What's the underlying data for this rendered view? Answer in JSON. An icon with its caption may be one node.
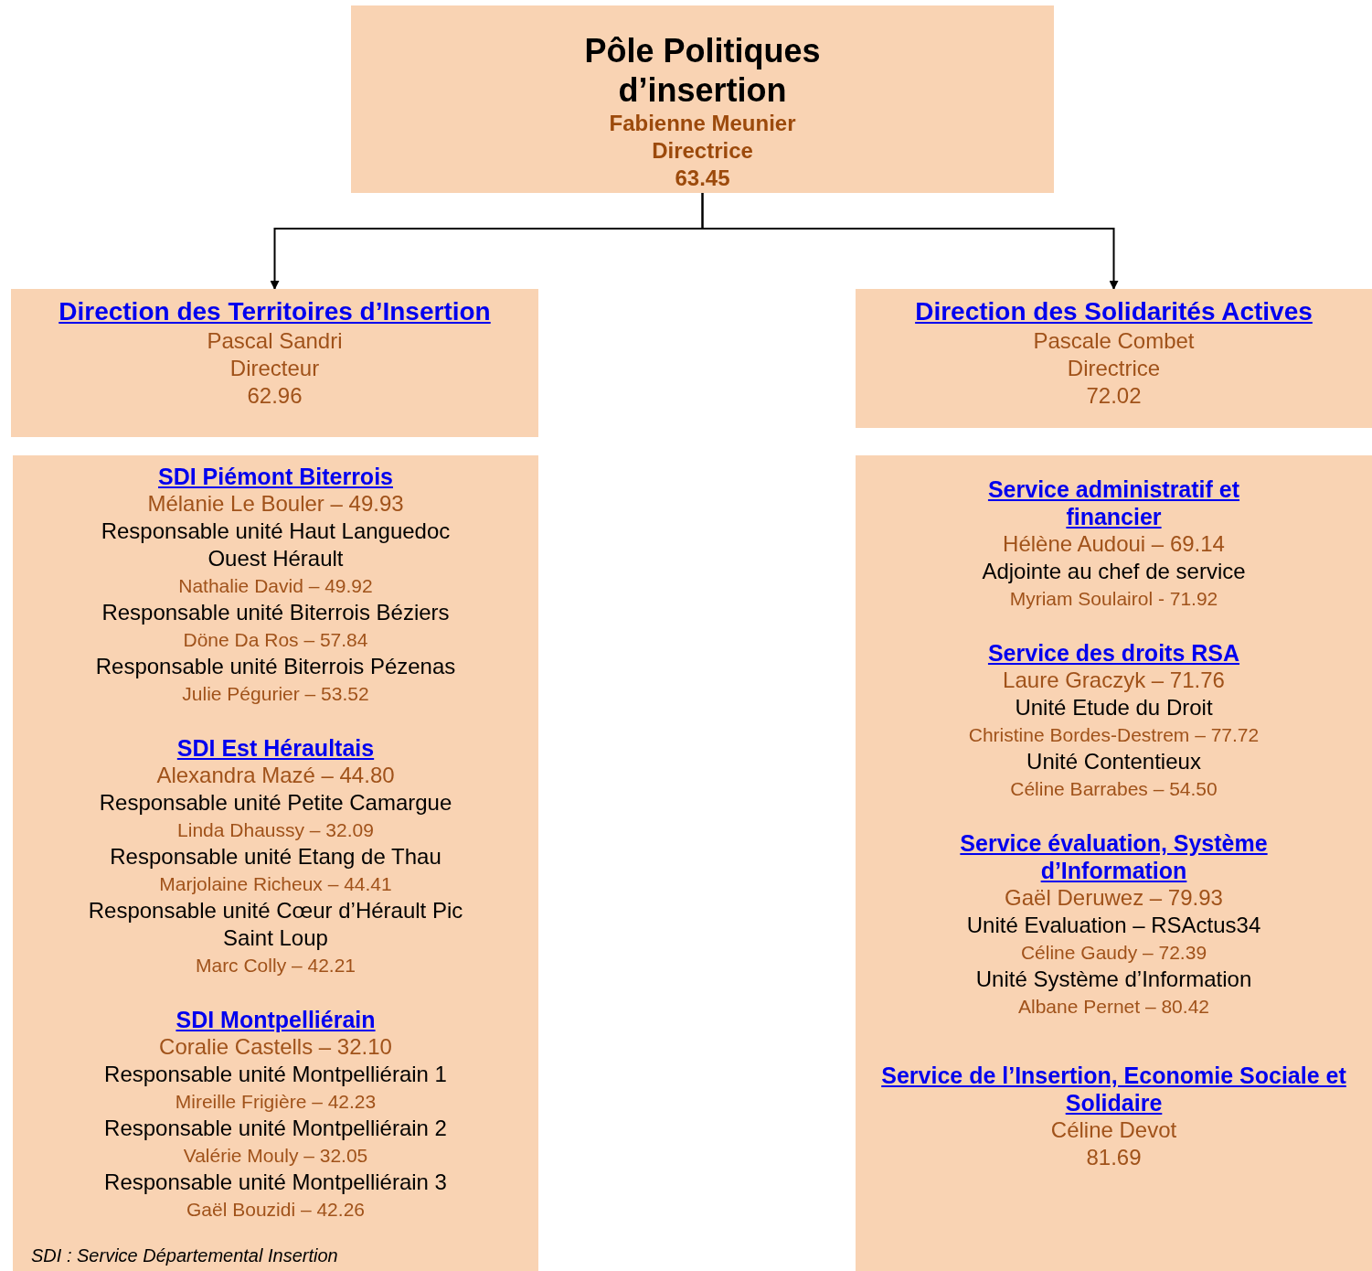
{
  "diagram": {
    "nodes": [
      {
        "text": [
          "Pôle Politiques d’insertion",
          "Fabienne Meunier",
          "Directrice",
          "63.45"
        ]
      },
      {
        "text": [
          "Direction des Territoires d’Insertion",
          "Pascal Sandri",
          "Directeur",
          "62.96"
        ]
      },
      {
        "text": [
          "Direction des Solidarités Actives",
          "Pascale Combet",
          "Directrice",
          "72.02"
        ]
      },
      {
        "text": [
          "SDI Piémont Biterrois",
          "Mélanie Le Bouler – 49.93",
          "Responsable unité Haut Languedoc Ouest Hérault",
          "Nathalie David – 49.92",
          "Responsable unité Biterrois Béziers",
          "Döne Da Ros – 57.84",
          "Responsable unité Biterrois Pézenas",
          "Julie Pégurier – 53.52",
          "SDI Est Héraultais",
          "Alexandra Mazé – 44.80",
          "Responsable unité Petite Camargue",
          "Linda Dhaussy – 32.09",
          "Responsable unité Etang de Thau",
          "Marjolaine Richeux – 44.41",
          "Responsable unité Cœur d’Hérault Pic Saint Loup",
          "Marc Colly – 42.21",
          "SDI Montpelliérain",
          "Coralie Castells – 32.10",
          "Responsable unité Montpelliérain 1",
          "Mireille Frigière – 42.23",
          "Responsable unité Montpelliérain 2",
          "Valérie Mouly – 32.05",
          "Responsable unité Montpelliérain 3",
          "Gaël Bouzidi – 42.26",
          "SDI : Service Départemental Insertion"
        ]
      },
      {
        "text": [
          "Service administratif et financier",
          "Hélène Audoui – 69.14",
          "Adjointe au chef de service",
          "Myriam Soulairol - 71.92",
          "Service des droits RSA",
          "Laure Graczyk – 71.76",
          "Unité Etude du Droit",
          "Christine Bordes-Destrem – 77.72",
          "Unité Contentieux",
          "Céline Barrabes – 54.50",
          "Service évaluation, Système d’Information",
          "Gaël Deruwez – 79.93",
          "Unité Evaluation – RSActus34",
          "Céline Gaudy – 72.39",
          "Unité Système d’Information",
          "Albane Pernet – 80.42",
          "Service de l’Insertion, Economie Sociale et Solidaire",
          "Céline Devot",
          "81.69"
        ]
      }
    ],
    "edges": [
      {
        "from": 0,
        "to": 1,
        "arrow": "to"
      },
      {
        "from": 0,
        "to": 2,
        "arrow": "to"
      }
    ]
  }
}
